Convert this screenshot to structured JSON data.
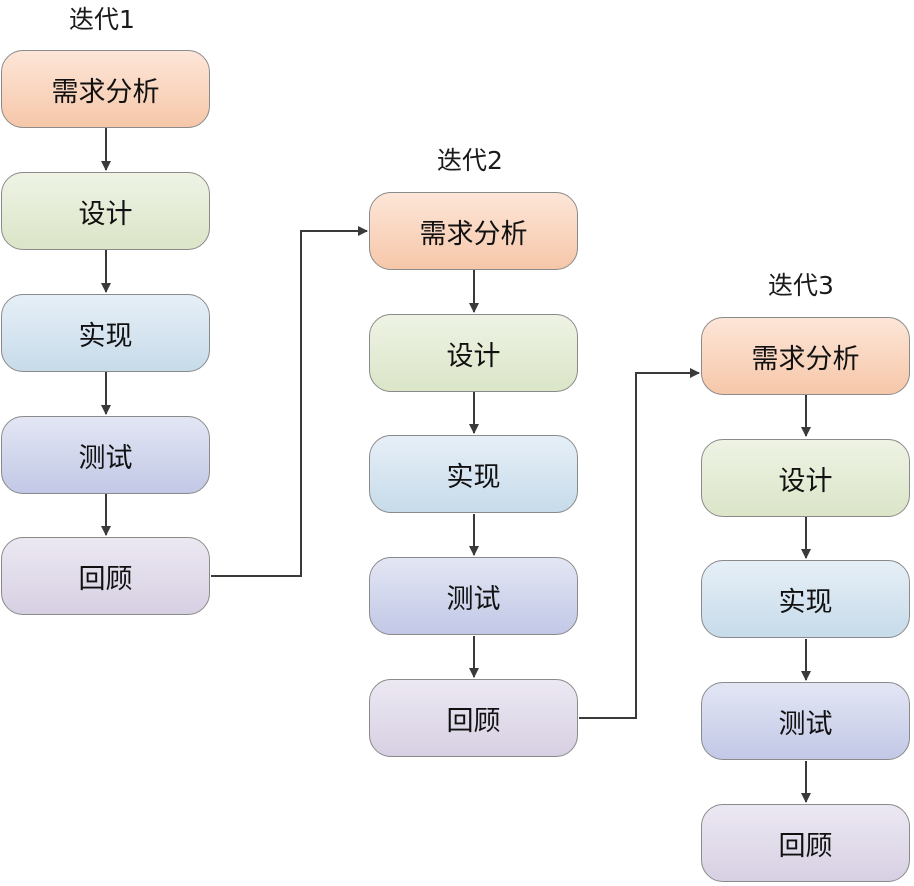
{
  "colors": {
    "analysis": "#f6c7a9",
    "design": "#dbe5c8",
    "implementation": "#c7dbea",
    "test": "#c2c8e6",
    "review": "#d7d0e3",
    "connector": "#3a3a3a"
  },
  "iterations": [
    {
      "title": "迭代1",
      "steps": [
        "需求分析",
        "设计",
        "实现",
        "测试",
        "回顾"
      ]
    },
    {
      "title": "迭代2",
      "steps": [
        "需求分析",
        "设计",
        "实现",
        "测试",
        "回顾"
      ]
    },
    {
      "title": "迭代3",
      "steps": [
        "需求分析",
        "设计",
        "实现",
        "测试",
        "回顾"
      ]
    }
  ]
}
